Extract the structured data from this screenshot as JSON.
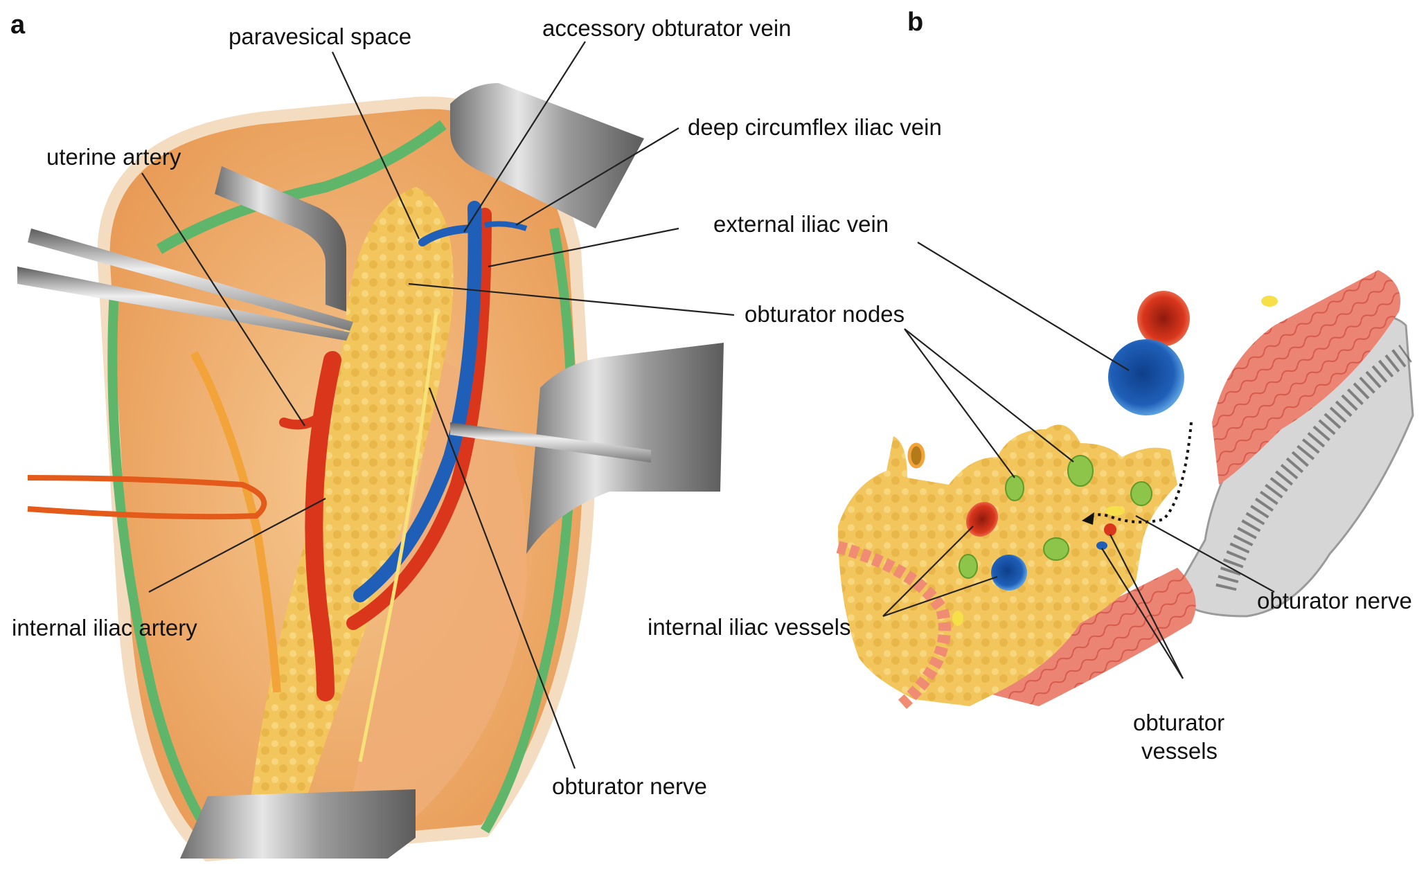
{
  "panels": {
    "a": "a",
    "b": "b"
  },
  "labels_a": {
    "paravesical_space": "paravesical space",
    "accessory_obturator_vein": "accessory obturator vein",
    "deep_circumflex_iliac_vein": "deep circumflex iliac vein",
    "uterine_artery": "uterine artery",
    "external_iliac_vein": "external iliac vein",
    "obturator_nodes": "obturator nodes",
    "internal_iliac_artery": "internal iliac artery",
    "obturator_nerve": "obturator nerve"
  },
  "labels_b": {
    "obturator_nerve": "obturator nerve",
    "internal_iliac_vessels": "internal iliac vessels",
    "obturator_vessels_line1": "obturator",
    "obturator_vessels_line2": "vessels"
  },
  "colors": {
    "artery": "#d9361c",
    "vein": "#1f5fb8",
    "fat": "#f2c65c",
    "node": "#8cc54a",
    "muscle": "#e8786a",
    "bone": "#d6d6d6",
    "peritoneum": "#5fb56a",
    "tissue": "#f2b77a",
    "retractor": "#a9a9a9"
  }
}
